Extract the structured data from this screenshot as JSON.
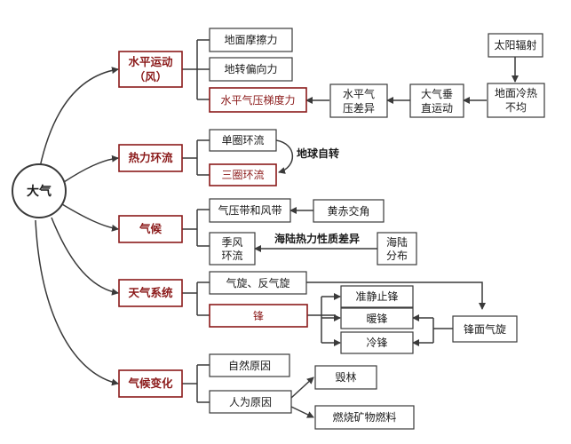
{
  "root": "大气",
  "branches": {
    "horizontal_motion": {
      "line1": "水平运动",
      "line2": "（风）"
    },
    "thermal_circulation": "热力环流",
    "climate": "气候",
    "weather_system": "天气系统",
    "climate_change": "气候变化"
  },
  "nodes": {
    "surface_friction": "地面摩擦力",
    "coriolis": "地转偏向力",
    "pressure_gradient": "水平气压梯度力",
    "pressure_diff": {
      "line1": "水平气",
      "line2": "压差异"
    },
    "vertical_motion": {
      "line1": "大气垂",
      "line2": "直运动"
    },
    "uneven_heating": {
      "line1": "地面冷热",
      "line2": "不均"
    },
    "solar_radiation": "太阳辐射",
    "single_cell": "单圈环流",
    "earth_rotation": "地球自转",
    "three_cell": "三圈环流",
    "pressure_wind_belts": "气压带和风带",
    "ecliptic_angle": "黄赤交角",
    "monsoon": {
      "line1": "季风",
      "line2": "环流"
    },
    "land_sea_heat": "海陆热力性质差异",
    "land_sea_distribution": {
      "line1": "海陆",
      "line2": "分布"
    },
    "cyclone_anticyclone": "气旋、反气旋",
    "front": "锋",
    "stationary_front": "准静止锋",
    "warm_front": "暖锋",
    "cold_front": "冷锋",
    "frontal_cyclone": "锋面气旋",
    "natural_causes": "自然原因",
    "human_causes": "人为原因",
    "deforestation": "毁林",
    "fossil_fuel": "燃烧矿物燃料"
  },
  "colors": {
    "accent": "#8b1a1a",
    "line": "#3a3a3a"
  }
}
